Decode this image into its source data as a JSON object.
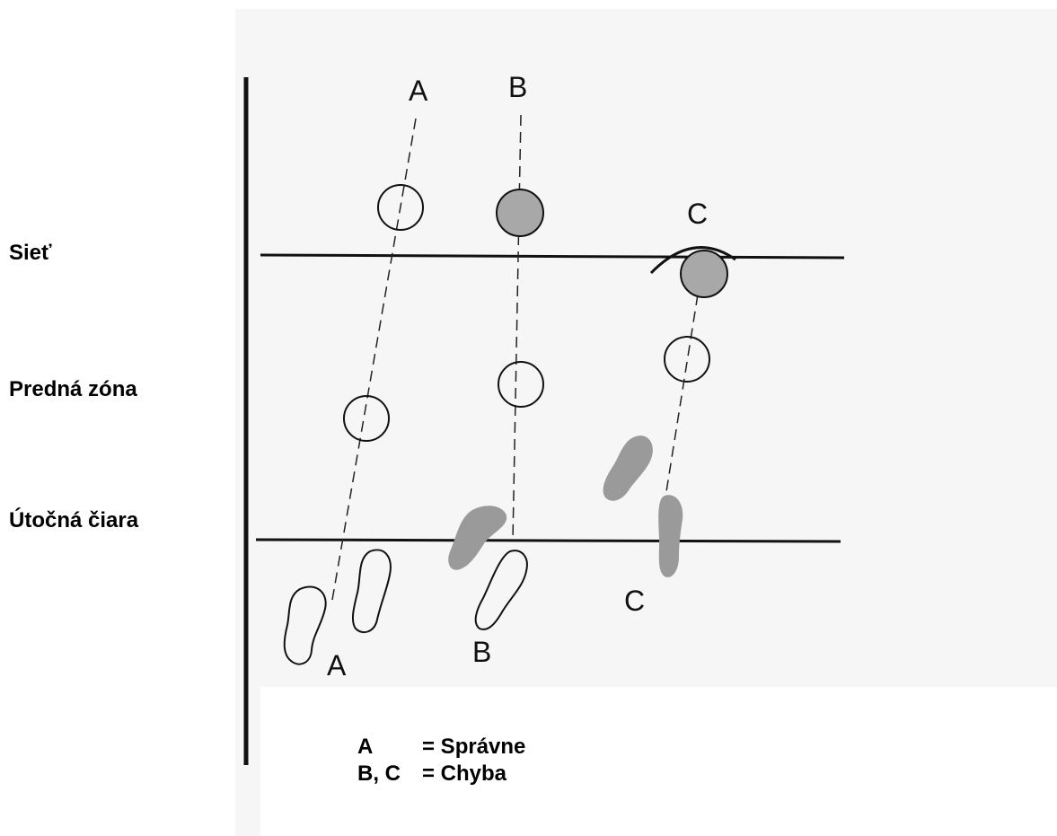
{
  "labels": {
    "net": "Sieť",
    "front_zone": "Predná zóna",
    "attack_line": "Útočná čiara"
  },
  "diagram": {
    "top_letters": [
      "A",
      "B",
      "C"
    ],
    "bottom_letters": [
      "A",
      "B",
      "C"
    ]
  },
  "legend": {
    "a_key": "A",
    "a_value": "= Správne",
    "bc_key": "B, C",
    "bc_value": "= Chyba"
  },
  "colors": {
    "line": "#111111",
    "ball_filled": "#a8a8a8",
    "footprint_gray": "#9a9a9a",
    "background_scan": "#f6f6f6"
  }
}
